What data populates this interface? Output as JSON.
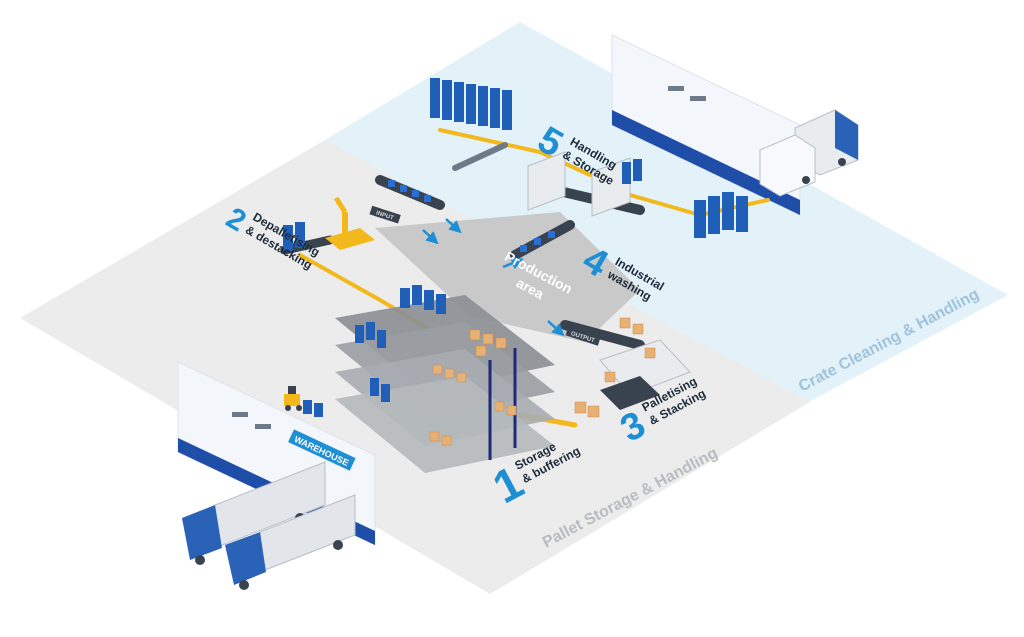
{
  "zones": {
    "pallet": "Pallet Storage & Handling",
    "crate": "Crate Cleaning & Handling",
    "production": "Production area"
  },
  "steps": [
    {
      "number": "1",
      "line1": "Storage",
      "line2": "& buffering"
    },
    {
      "number": "2",
      "line1": "Depalletising",
      "line2": "& destacking"
    },
    {
      "number": "3",
      "line1": "Palletising",
      "line2": "& Stacking"
    },
    {
      "number": "4",
      "line1": "Industrial",
      "line2": "washing"
    },
    {
      "number": "5",
      "line1": "Handling",
      "line2": "& Storage"
    }
  ],
  "signs": {
    "warehouse": "WAREHOUSE",
    "input": "INPUT",
    "output": "OUTPUT"
  },
  "colors": {
    "accent": "#1e8fd5",
    "crate_zone": "#e3f1f9",
    "pallet_zone": "#ececec",
    "production_zone": "#c9c9c9",
    "conveyor": "#f2b81c",
    "crate_blue": "#1f5fb8",
    "carton": "#e8b074",
    "truck": "#2a62b8"
  }
}
